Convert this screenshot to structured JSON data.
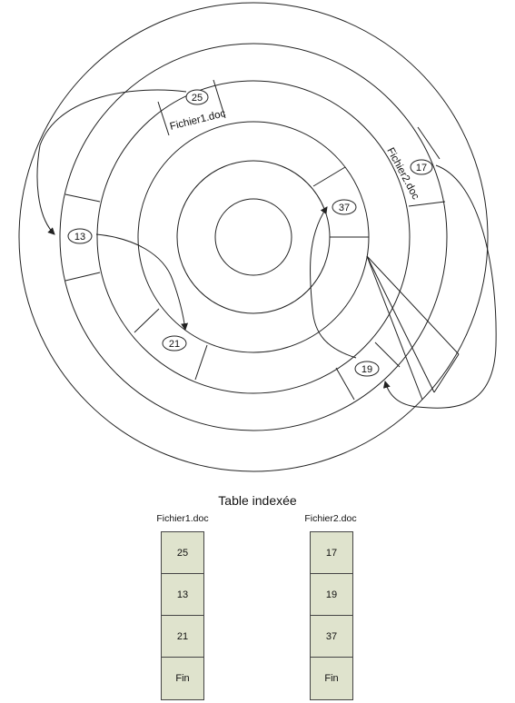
{
  "disk": {
    "file1_label": "Fichier1.doc",
    "file2_label": "Fichier2.doc",
    "blocks": [
      "25",
      "13",
      "21",
      "17",
      "19",
      "37"
    ]
  },
  "table": {
    "title": "Table indexée",
    "columns": [
      {
        "header": "Fichier1.doc",
        "cells": [
          "25",
          "13",
          "21",
          "Fin"
        ]
      },
      {
        "header": "Fichier2.doc",
        "cells": [
          "17",
          "19",
          "37",
          "Fin"
        ]
      }
    ]
  },
  "colors": {
    "cell_fill": "#dfe3cd",
    "stroke": "#222222"
  }
}
